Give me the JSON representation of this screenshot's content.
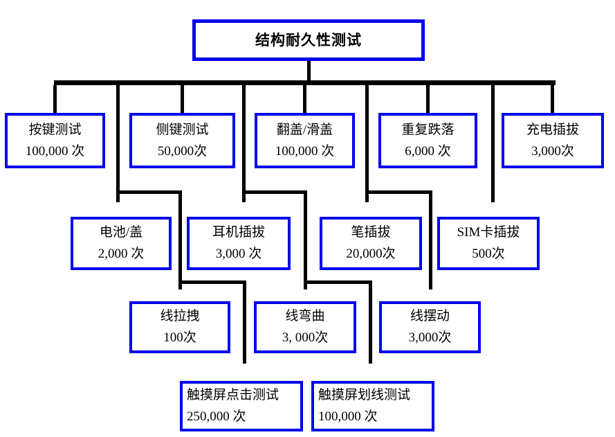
{
  "diagram": {
    "title_node": {
      "label": "结构耐久性测试"
    },
    "row2": [
      {
        "label": "按键测试",
        "count": "100,000 次"
      },
      {
        "label": "侧键测试",
        "count": "50,000次"
      },
      {
        "label": "翻盖/滑盖",
        "count": "100,000 次"
      },
      {
        "label": "重复跌落",
        "count": "6,000 次"
      },
      {
        "label": "充电插拔",
        "count": "3,000次"
      }
    ],
    "row3": [
      {
        "label": "电池/盖",
        "count": "2,000 次"
      },
      {
        "label": "耳机插拔",
        "count": "3,000 次"
      },
      {
        "label": "笔插拔",
        "count": "20,000次"
      },
      {
        "label": "SIM卡插拔",
        "count": "500次"
      }
    ],
    "row4": [
      {
        "label": "线拉拽",
        "count": "100次"
      },
      {
        "label": "线弯曲",
        "count": "3, 000次"
      },
      {
        "label": "线摆动",
        "count": "3,000次"
      }
    ],
    "row5": [
      {
        "label": "触摸屏点击测试",
        "count": "250,000 次"
      },
      {
        "label": "触摸屏划线测试",
        "count": "100,000 次"
      }
    ],
    "colors": {
      "box_border": "#0000EE",
      "connector": "#000000",
      "background": "#FFFFFF"
    }
  }
}
